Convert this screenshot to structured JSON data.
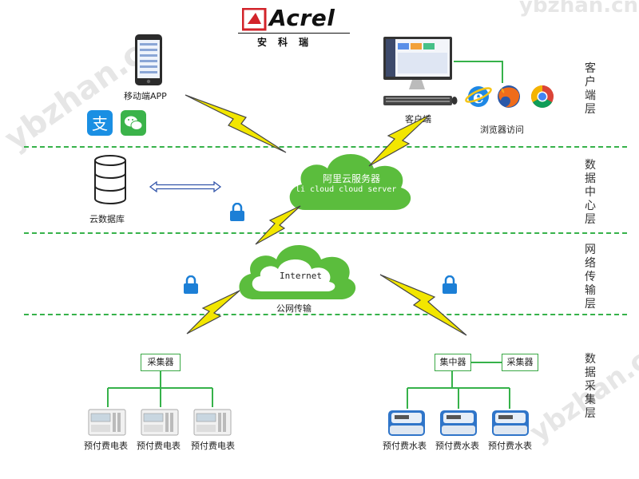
{
  "header": {
    "watermark_top": "ybzhan.cn",
    "brand": "Acrel",
    "brand_sub": "安科瑞"
  },
  "layers": [
    {
      "id": "client",
      "label": "客户端层"
    },
    {
      "id": "datacenter",
      "label": "数据中心层"
    },
    {
      "id": "network",
      "label": "网络传输层"
    },
    {
      "id": "collection",
      "label": "数据采集层"
    }
  ],
  "client": {
    "mobile_label": "移动端APP",
    "pc_label": "客户端",
    "browser_label": "浏览器访问"
  },
  "datacenter": {
    "db_label": "云数据库",
    "cloud_title": "阿里云服务器",
    "cloud_sub": "li cloud  cloud server"
  },
  "network": {
    "internet_label": "Internet",
    "public_label": "公网传输"
  },
  "collection": {
    "collector_label": "采集器",
    "concentrator_label": "集中器",
    "collector2_label": "采集器",
    "electric_meters": [
      "预付费电表",
      "预付费电表",
      "预付费电表"
    ],
    "water_meters": [
      "预付费水表",
      "预付费水表",
      "预付费水表"
    ]
  },
  "colors": {
    "accent_green": "#36b24a",
    "bolt_yellow": "#f2e600",
    "brand_red": "#d2232a"
  }
}
